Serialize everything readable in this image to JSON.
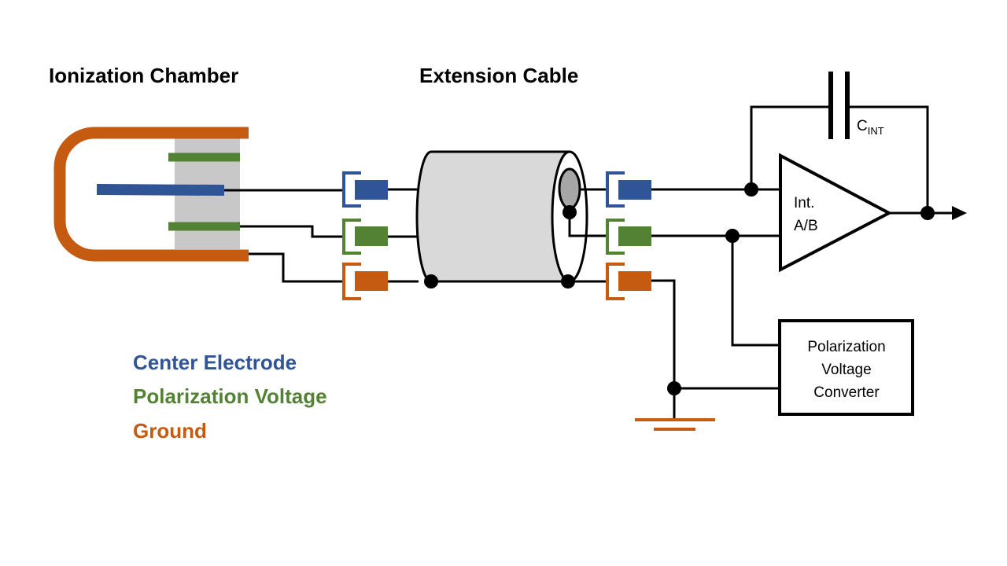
{
  "titles": {
    "chamber": "Ionization Chamber",
    "cable": "Extension Cable"
  },
  "capacitor": {
    "label_main": "C",
    "label_sub": "INT"
  },
  "amplifier": {
    "line1": "Int.",
    "line2": "A/B"
  },
  "converter": {
    "line1": "Polarization",
    "line2": "Voltage",
    "line3": "Converter"
  },
  "legend": [
    {
      "label": "Center Electrode",
      "color": "#2f5597"
    },
    {
      "label": "Polarization Voltage",
      "color": "#548235"
    },
    {
      "label": "Ground",
      "color": "#c55a11"
    }
  ],
  "colors": {
    "blue": "#2f5597",
    "green": "#548235",
    "orange": "#c55a11",
    "chamber_fill": "#c8c8c8",
    "cable_fill": "#d9d9d9"
  }
}
